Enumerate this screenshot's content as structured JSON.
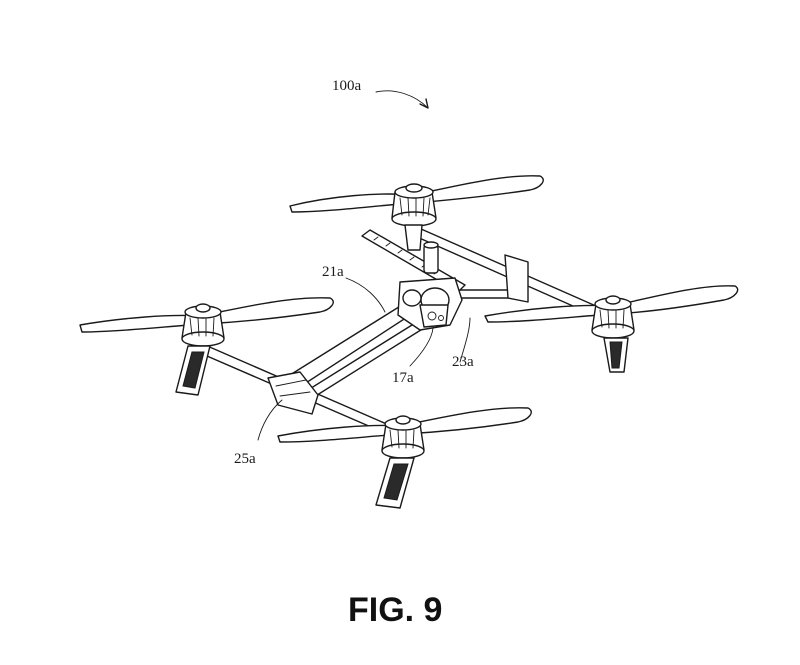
{
  "figure": {
    "caption": "FIG. 9",
    "labels": {
      "assembly": "100a",
      "arm_front": "21a",
      "arm_side": "23a",
      "center_body": "17a",
      "arm_joint": "25a"
    }
  },
  "colors": {
    "ink": "#1a1a1a",
    "paper": "#ffffff"
  }
}
